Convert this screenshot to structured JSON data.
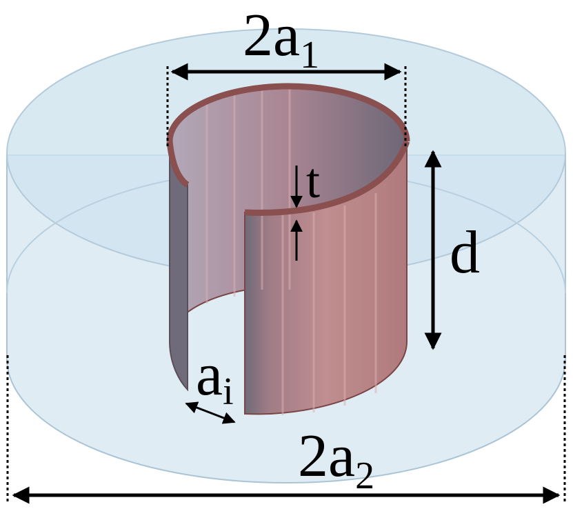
{
  "labels": {
    "top_diameter": {
      "main": "2a",
      "sub": "1"
    },
    "bottom_diameter": {
      "main": "2a",
      "sub": "2"
    },
    "gap": {
      "main": "a",
      "sub": "i"
    },
    "height": "d",
    "thickness": "t"
  },
  "colors": {
    "dielectric_fill": "#c4dcea",
    "dielectric_edge": "#aac4d6",
    "ring_outer": "#b0777a",
    "ring_inner": "#a88a95",
    "ring_rim": "#7a4545",
    "arrows": "#000000"
  }
}
